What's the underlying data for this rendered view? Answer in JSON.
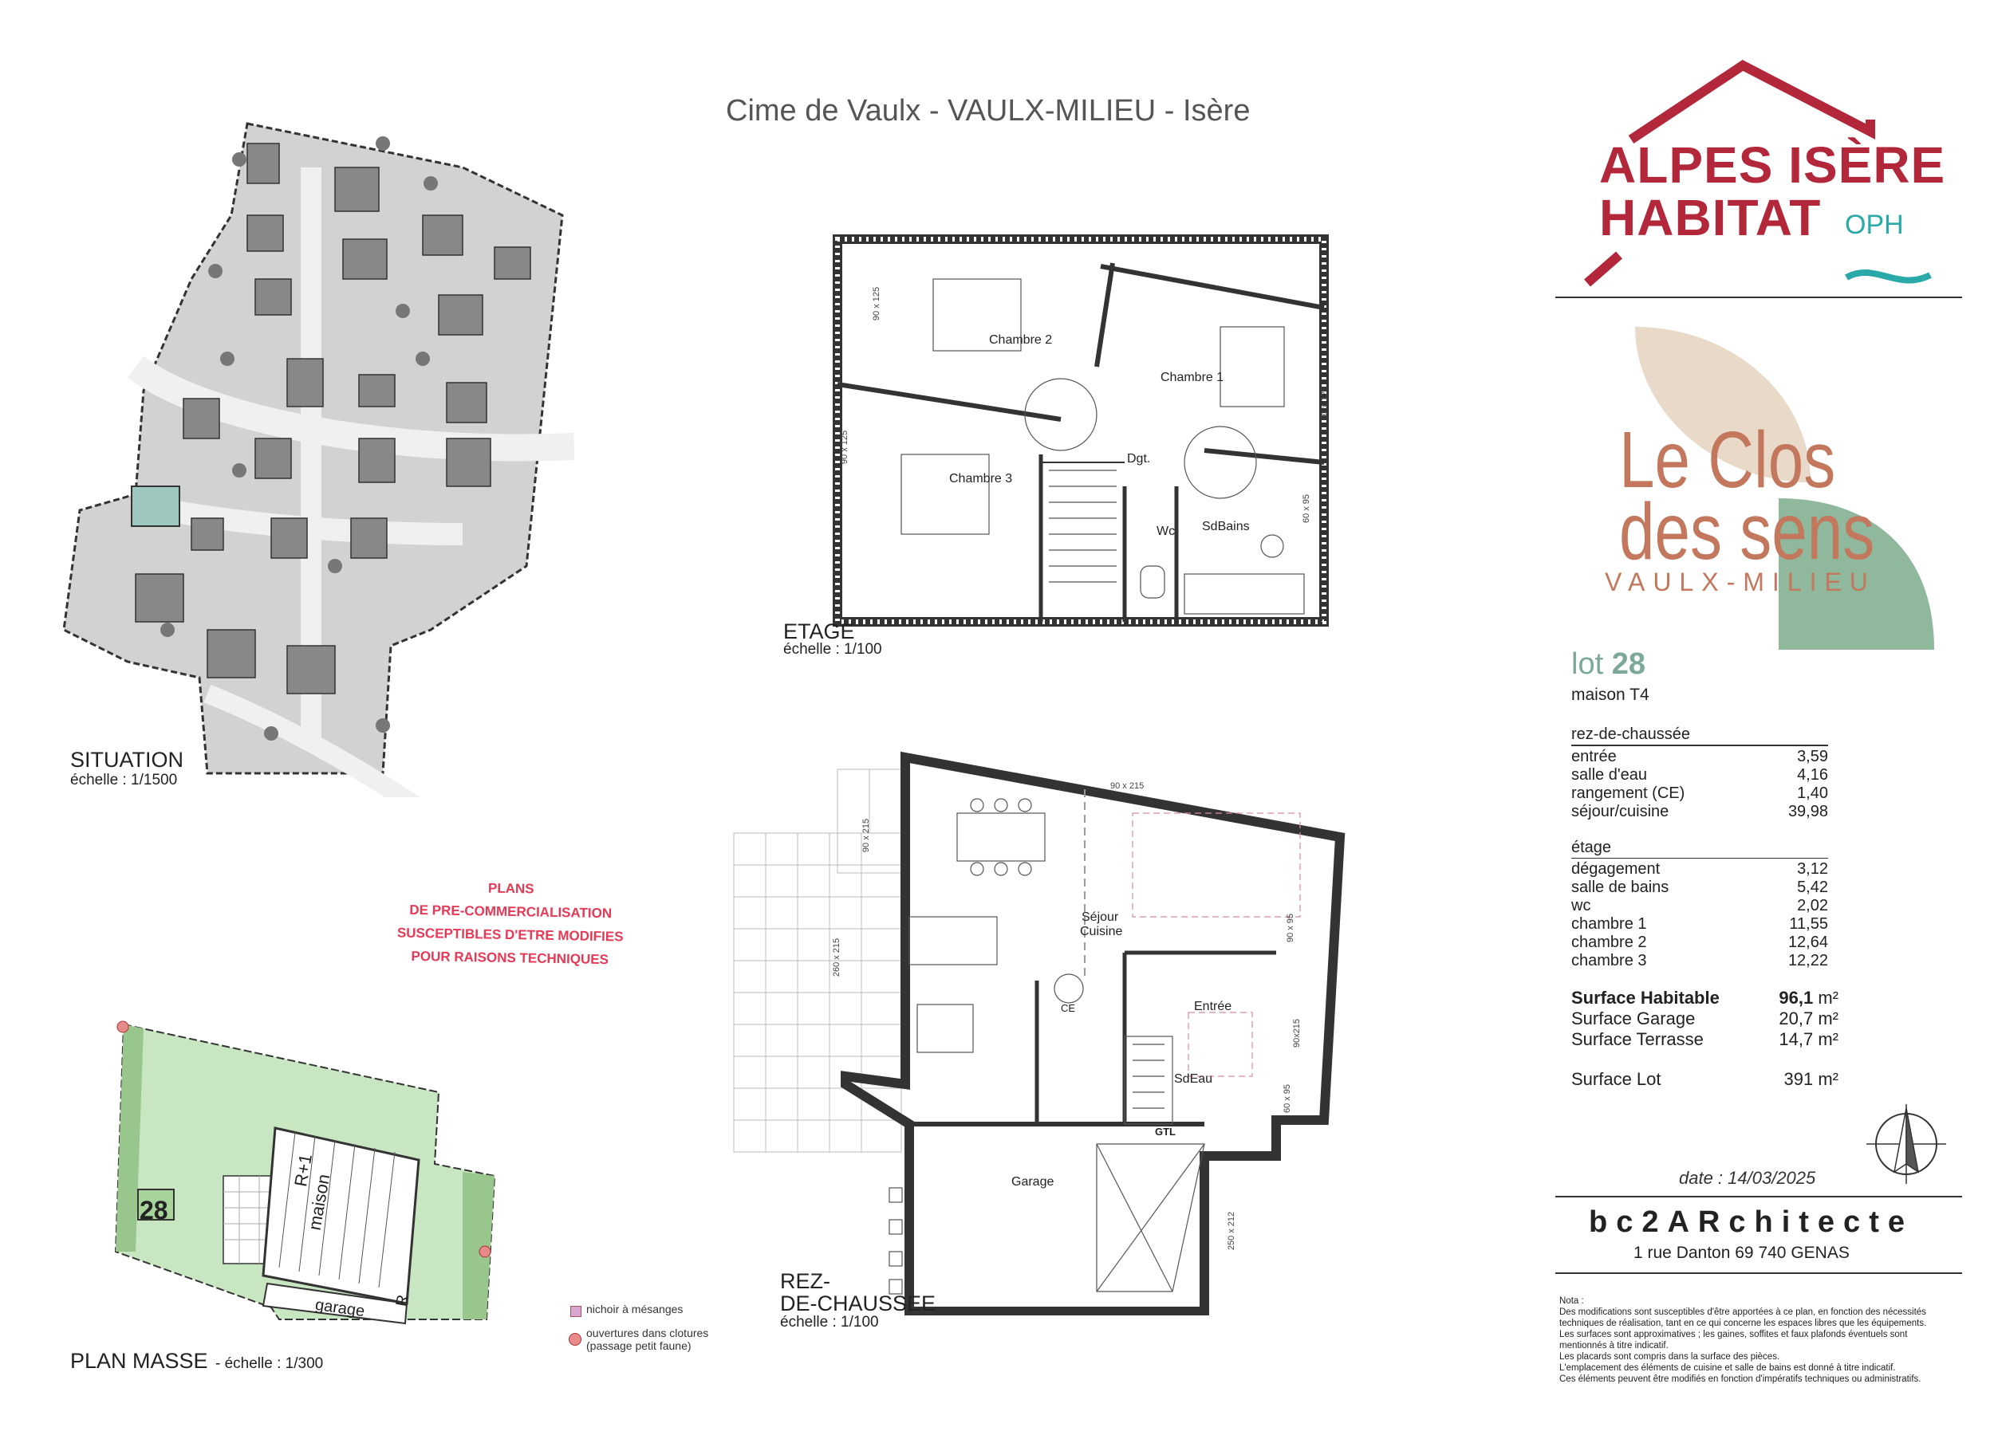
{
  "header": {
    "title": "Cime de Vaulx - VAULX-MILIEU - Isère"
  },
  "brand": {
    "line1": "ALPES ISÈRE",
    "line2": "HABITAT",
    "suffix": "OPH",
    "colors": {
      "red": "#b2273a",
      "teal": "#2aa9a9"
    }
  },
  "project": {
    "name_line1": "Le Clos",
    "name_line2": "des sens",
    "town": "VAULX-MILIEU",
    "colors": {
      "terracotta": "#c3775d",
      "sage": "#8fb89c",
      "beige": "#e8d9c9"
    }
  },
  "lot": {
    "label": "lot",
    "number": "28",
    "type": "maison T4",
    "rdc_title": "rez-de-chaussée",
    "rdc": [
      {
        "name": "entrée",
        "value": "3,59"
      },
      {
        "name": "salle d'eau",
        "value": "4,16"
      },
      {
        "name": "rangement (CE)",
        "value": "1,40"
      },
      {
        "name": "séjour/cuisine",
        "value": "39,98"
      }
    ],
    "etage_title": "étage",
    "etage": [
      {
        "name": "dégagement",
        "value": "3,12"
      },
      {
        "name": "salle de bains",
        "value": "5,42"
      },
      {
        "name": "wc",
        "value": "2,02"
      },
      {
        "name": "chambre 1",
        "value": "11,55"
      },
      {
        "name": "chambre 2",
        "value": "12,64"
      },
      {
        "name": "chambre 3",
        "value": "12,22"
      }
    ],
    "totals": [
      {
        "name": "Surface Habitable",
        "value": "96,1",
        "unit": " m²"
      },
      {
        "name": "Surface Garage",
        "value": "20,7",
        "unit": " m²"
      },
      {
        "name": "Surface Terrasse",
        "value": "14,7",
        "unit": " m²"
      }
    ],
    "lot_area": {
      "name": "Surface Lot",
      "value": "391 m²"
    }
  },
  "date": "date : 14/03/2025",
  "architect": {
    "name": "bc2ARchitecte",
    "address": "1 rue Danton    69 740 GENAS"
  },
  "nota": {
    "title": "Nota :",
    "lines": [
      "Des modifications sont susceptibles d'être apportées à ce plan, en fonction des nécessités techniques de réalisation, tant en ce qui concerne les espaces libres que les équipements.",
      "Les surfaces sont approximatives ; les gaines, soffites et faux plafonds éventuels sont mentionnés à titre indicatif.",
      "Les placards sont compris dans la surface des pièces.",
      "L'emplacement des éléments de cuisine et salle de bains est donné à titre indicatif.",
      "Ces éléments peuvent être modifiés en fonction d'impératifs techniques ou administratifs."
    ]
  },
  "situation": {
    "label": "SITUATION",
    "scale": "échelle : 1/1500"
  },
  "etage_plan": {
    "label": "ETAGE",
    "scale": "échelle : 1/100",
    "rooms": {
      "ch2": "Chambre 2",
      "ch1": "Chambre 1",
      "ch3": "Chambre 3",
      "dgt": "Dgt.",
      "wc": "Wc",
      "sdb": "SdBains"
    },
    "dims": {
      "d1": "90 x 125",
      "d2": "90 x 125",
      "d3": "90 x 125",
      "d4": "60 x 95"
    }
  },
  "rdc_plan": {
    "label_line1": "REZ-",
    "label_line2": "DE-CHAUSSEE",
    "scale": "échelle : 1/100",
    "rooms": {
      "sejour1": "Séjour",
      "sejour2": "Cuisine",
      "entree": "Entrée",
      "sdeau": "SdEau",
      "garage": "Garage",
      "ce": "CE",
      "gtl": "GTL"
    },
    "dims": {
      "d1": "90 x 215",
      "d2": "90 x 215",
      "d3": "260 x 215",
      "d4": "90 x 95",
      "d5": "90x215",
      "d6": "60 x 95",
      "d7": "250 x 212"
    }
  },
  "stamp": {
    "lines": [
      "PLANS",
      "DE PRE-COMMERCIALISATION",
      "SUSCEPTIBLES D'ETRE MODIFIES",
      "POUR RAISONS TECHNIQUES"
    ]
  },
  "plan_masse": {
    "label": "PLAN MASSE",
    "scale": " - échelle : 1/300",
    "lot_number": "28",
    "house_label1": "R+1",
    "house_label2": "maison",
    "garage_label": "garage",
    "r_label": "R"
  },
  "legend": {
    "item1": "nichoir à mésanges",
    "item2_line1": "ouvertures dans clotures",
    "item2_line2": "(passage petit faune)"
  }
}
